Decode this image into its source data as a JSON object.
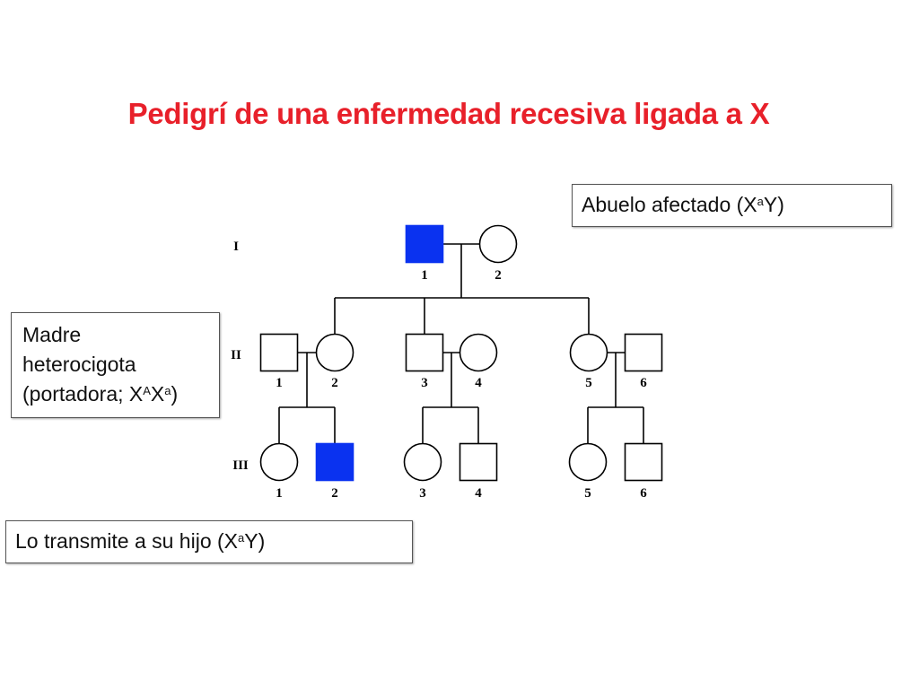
{
  "title": "Pedigrí de una enfermedad recesiva ligada a X",
  "colors": {
    "title": "#e8202a",
    "affected": "#0a32f0",
    "line": "#000000"
  },
  "callouts": {
    "grandfather": {
      "text": "Abuelo afectado (X",
      "sup": "a",
      "tail": "Y)"
    },
    "mother": {
      "line1": "Madre",
      "line2": "heterocigota",
      "line3_text": "(portadora; X",
      "line3_sup1": "A",
      "line3_mid": "X",
      "line3_sup2": "a",
      "line3_tail": ")"
    },
    "son": {
      "text": "Lo transmite a su hijo (X",
      "sup": "a",
      "tail": "Y)"
    }
  },
  "generations": [
    {
      "label": "I",
      "members": [
        {
          "number": "1",
          "sex": "male",
          "affected": true
        },
        {
          "number": "2",
          "sex": "female",
          "affected": false
        }
      ]
    },
    {
      "label": "II",
      "members": [
        {
          "number": "1",
          "sex": "male",
          "affected": false
        },
        {
          "number": "2",
          "sex": "female",
          "affected": false
        },
        {
          "number": "3",
          "sex": "male",
          "affected": false
        },
        {
          "number": "4",
          "sex": "female",
          "affected": false
        },
        {
          "number": "5",
          "sex": "female",
          "affected": false
        },
        {
          "number": "6",
          "sex": "male",
          "affected": false
        }
      ]
    },
    {
      "label": "III",
      "members": [
        {
          "number": "1",
          "sex": "female",
          "affected": false
        },
        {
          "number": "2",
          "sex": "male",
          "affected": true
        },
        {
          "number": "3",
          "sex": "female",
          "affected": false
        },
        {
          "number": "4",
          "sex": "male",
          "affected": false
        },
        {
          "number": "5",
          "sex": "female",
          "affected": false
        },
        {
          "number": "6",
          "sex": "male",
          "affected": false
        }
      ]
    }
  ]
}
